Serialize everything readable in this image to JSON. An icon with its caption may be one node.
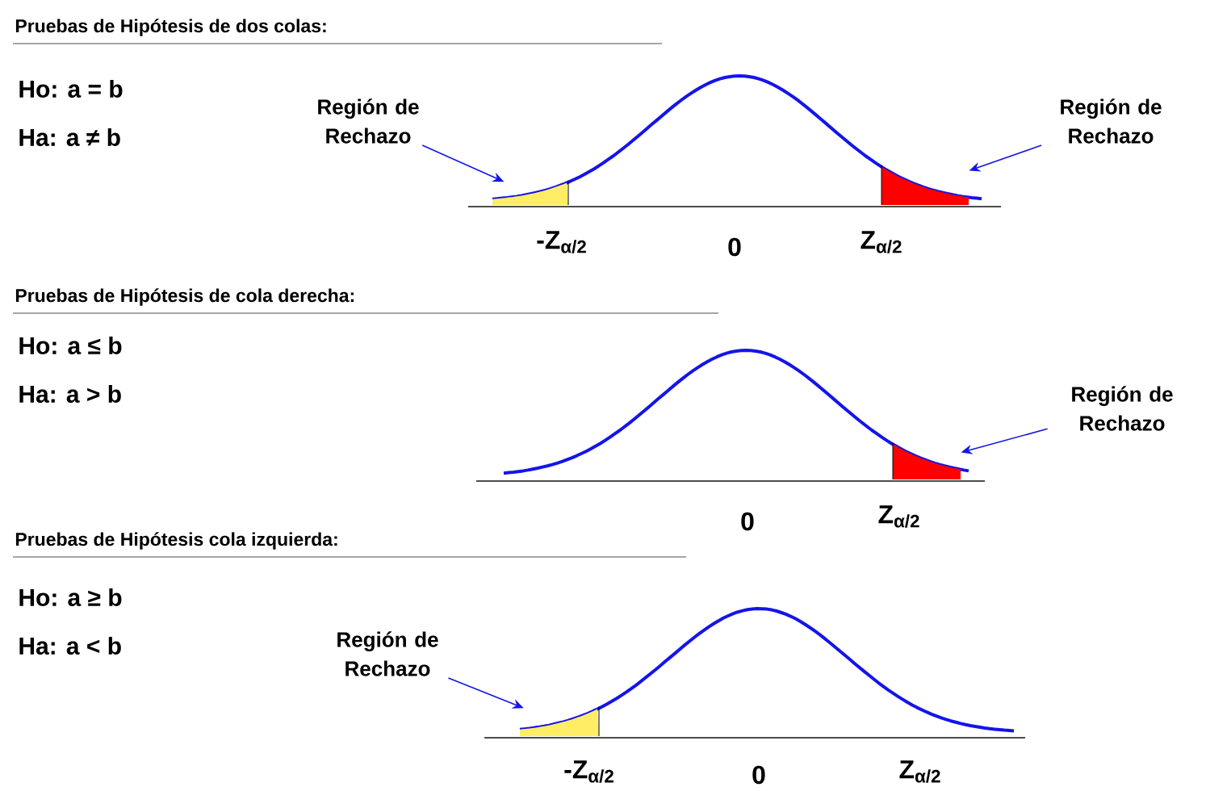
{
  "diagram": {
    "nodes": [
      {
        "text": [
          "Región de Rechazo"
        ]
      },
      {
        "text": [],
        "shape": "area"
      },
      {
        "text": [
          "Región de Rechazo"
        ]
      },
      {
        "text": [],
        "shape": "area"
      },
      {
        "text": [
          "Región de Rechazo"
        ]
      },
      {
        "text": [],
        "shape": "area"
      },
      {
        "text": [
          "Región de Rechazo"
        ]
      },
      {
        "text": [],
        "shape": "area"
      }
    ],
    "edges": [
      {
        "from": 0,
        "to": 1,
        "arrow": "to"
      },
      {
        "from": 2,
        "to": 3,
        "arrow": "to"
      },
      {
        "from": 4,
        "to": 5,
        "arrow": "to"
      },
      {
        "from": 6,
        "to": 7,
        "arrow": "to"
      }
    ],
    "labels": [
      "Pruebas de Hipótesis de dos colas:",
      "Ho: a = b",
      "Ha: a ≠ b",
      "-Z$_{α/2}$",
      "0",
      "Z$_{α/2}$",
      "Pruebas de Hipótesis de cola derecha:",
      "Ho: a ≤ b",
      "Ha: a > b",
      "0",
      "Z$_{α/2}$",
      "Pruebas de Hipótesis cola izquierda:",
      "Ho: a ≥ b",
      "Ha: a < b",
      "-Z$_{α/2}$",
      "0",
      "Z$_{α/2}$"
    ]
  }
}
